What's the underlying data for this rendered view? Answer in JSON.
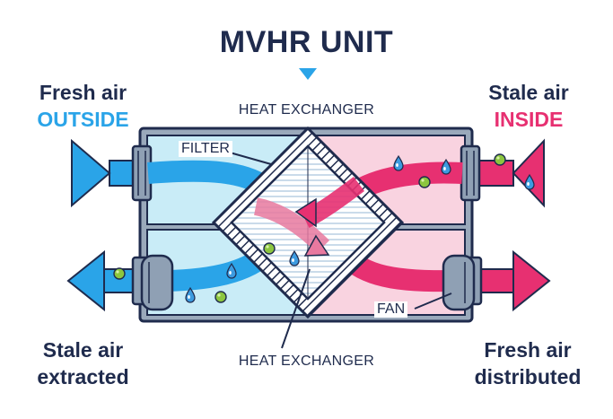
{
  "title": "MVHR UNIT",
  "labels": {
    "heat_exchanger_top": "HEAT EXCHANGER",
    "heat_exchanger_bottom": "HEAT EXCHANGER",
    "filter": "FILTER",
    "fan": "FAN"
  },
  "corners": {
    "top_left": {
      "line1": "Fresh air",
      "line2": "OUTSIDE"
    },
    "top_right": {
      "line1": "Stale air",
      "line2": "INSIDE"
    },
    "bottom_left": {
      "line1": "Stale air",
      "line2": "extracted"
    },
    "bottom_right": {
      "line1": "Fresh air",
      "line2": "distributed"
    }
  },
  "colors": {
    "navy": "#1f2b4d",
    "fresh_blue": "#2aa4e8",
    "stale_pink": "#e73071",
    "blue_bg": "#c9ecf7",
    "pink_bg": "#f9d3e0",
    "dot_green": "#8cc63f",
    "droplet_blue": "#3d9be0"
  },
  "icons": [
    "down-triangle-icon",
    "water-droplet-icon",
    "pollen-dot-icon",
    "fan-icon",
    "filter-icon"
  ]
}
